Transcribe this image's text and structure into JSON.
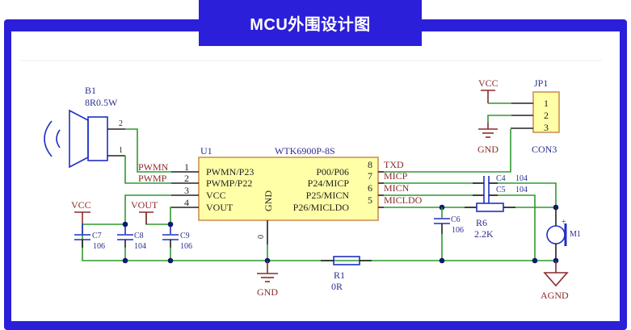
{
  "title": "MCU外围设计图",
  "colors": {
    "frame": "#2b1fd9",
    "wire": "#2e9a2e",
    "component": "#1f2fc4",
    "power_label": "#8b2a2a",
    "chip_fill": "#ffffa8"
  },
  "speaker": {
    "ref": "B1",
    "value": "8R0.5W",
    "pin_labels": [
      "2",
      "1"
    ]
  },
  "chip": {
    "ref": "U1",
    "part": "WTK6900P-8S",
    "gnd_label": "GND",
    "gnd_pin": "0",
    "left_pins": [
      {
        "num": "1",
        "name": "PWMN/P23",
        "net": "PWMN"
      },
      {
        "num": "2",
        "name": "PWMP/P22",
        "net": "PWMP"
      },
      {
        "num": "3",
        "name": "VCC",
        "net": ""
      },
      {
        "num": "4",
        "name": "VOUT",
        "net": ""
      }
    ],
    "right_pins": [
      {
        "num": "8",
        "name": "P00/P06",
        "net": "TXD"
      },
      {
        "num": "7",
        "name": "P24/MICP",
        "net": "MICP"
      },
      {
        "num": "6",
        "name": "P25/MICN",
        "net": "MICN"
      },
      {
        "num": "5",
        "name": "P26/MICLDO",
        "net": "MICLDO"
      }
    ]
  },
  "power_labels": {
    "vcc_left": "VCC",
    "vout": "VOUT",
    "vcc_jp": "VCC",
    "gnd_jp": "GND",
    "gnd_main": "GND",
    "agnd": "AGND"
  },
  "connector": {
    "ref": "JP1",
    "type": "CON3",
    "pins": [
      "1",
      "2",
      "3"
    ]
  },
  "capacitors": [
    {
      "ref": "C7",
      "value": "106"
    },
    {
      "ref": "C8",
      "value": "104"
    },
    {
      "ref": "C9",
      "value": "106"
    },
    {
      "ref": "C6",
      "value": "106"
    },
    {
      "ref": "C4",
      "value": "104"
    },
    {
      "ref": "C5",
      "value": "104"
    }
  ],
  "resistors": [
    {
      "ref": "R1",
      "value": "0R"
    },
    {
      "ref": "R6",
      "value": "2.2K"
    }
  ],
  "microphone": {
    "ref": "M1",
    "polarity": "+"
  }
}
